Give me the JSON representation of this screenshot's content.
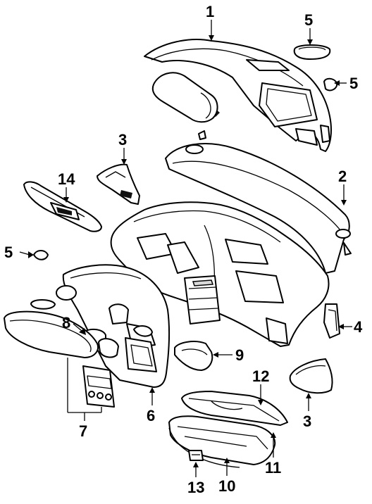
{
  "callouts": {
    "c1": "1",
    "c2": "2",
    "c3a": "3",
    "c3b": "3",
    "c4": "4",
    "c5a": "5",
    "c5b": "5",
    "c5c": "5",
    "c6": "6",
    "c7": "7",
    "c8": "8",
    "c9": "9",
    "c10": "10",
    "c11": "11",
    "c12": "12",
    "c13": "13",
    "c14": "14"
  }
}
